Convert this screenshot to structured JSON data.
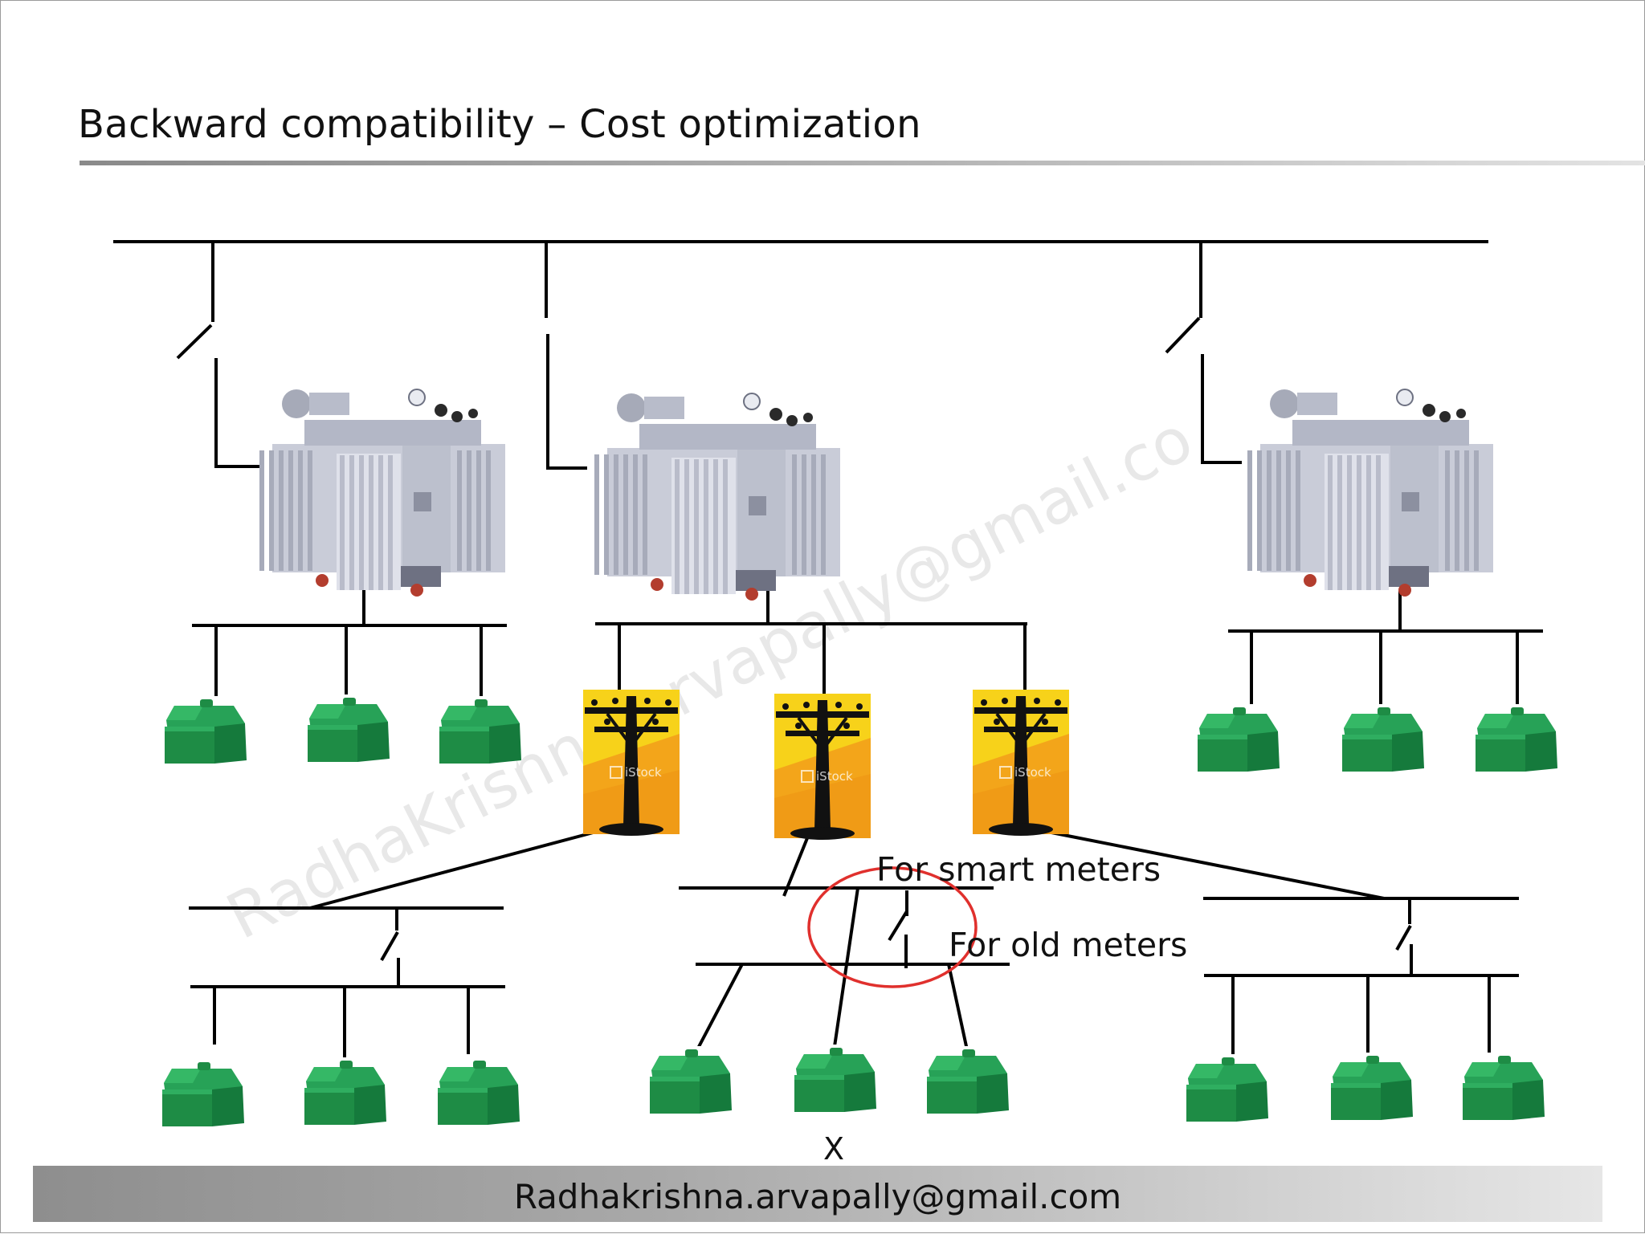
{
  "slide": {
    "title": "Backward compatibility – Cost optimization",
    "labels": {
      "smart_meters": "For smart meters",
      "old_meters": "For old meters",
      "cross_mark": "X"
    },
    "watermark": "RadhaKrishna.arvapally@gmail.co",
    "footer_text": "Radhakrishna.arvapally@gmail.com"
  },
  "stock_logo_text": "iStock",
  "colors": {
    "house_green": "#1e8c45",
    "house_dark": "#13683a",
    "pole_yellow": "#f7d21a",
    "pole_orange": "#f3a51a",
    "transformer_gray": "#c7cad6",
    "highlight_circle": "#e0302d",
    "line": "#000000"
  },
  "icons": [
    "transformer-icon",
    "house-icon",
    "utility-pole-icon",
    "switch-icon"
  ]
}
